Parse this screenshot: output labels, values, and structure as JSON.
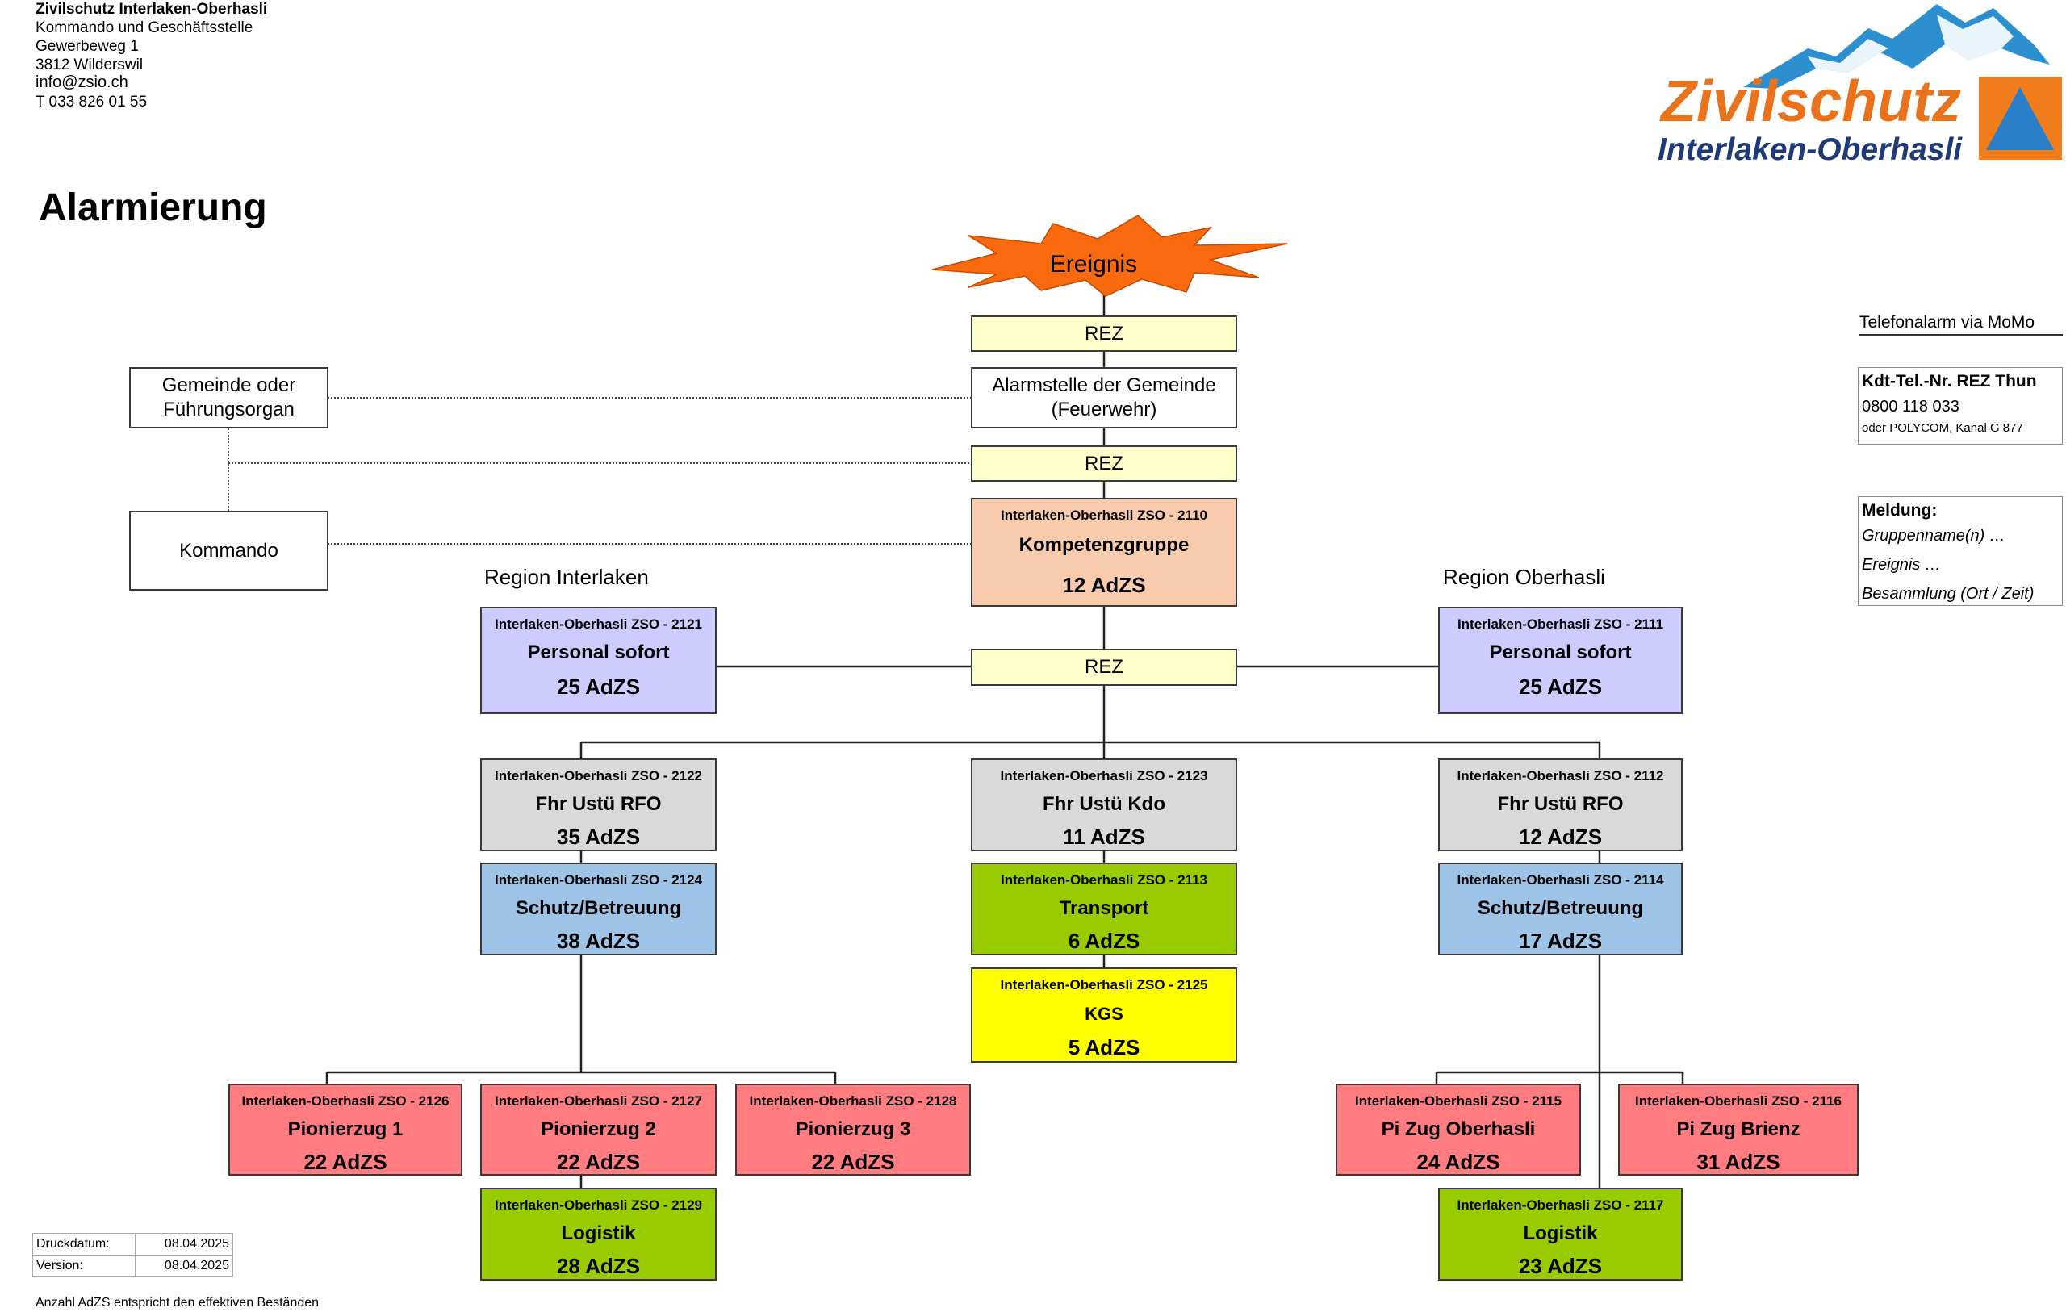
{
  "header": {
    "org": "Zivilschutz Interlaken-Oberhasli",
    "dept": "Kommando und Geschäftsstelle",
    "street": "Gewerbeweg 1",
    "city": "3812 Wilderswil",
    "email": "info@zsio.ch",
    "phone": "T 033 826 01 55"
  },
  "logo": {
    "line1": "Zivilschutz",
    "line2": "Interlaken-Oberhasli",
    "colors": {
      "orange": "#e8731c",
      "blue": "#1f5fa8",
      "navy": "#1f3a7a"
    }
  },
  "title": "Alarmierung",
  "diagram": {
    "event": "Ereignis",
    "rez": "REZ",
    "alarmstelle": "Alarmstelle der Gemeinde\n(Feuerwehr)",
    "gemeinde": "Gemeinde oder\nFührungsorgan",
    "kommando": "Kommando",
    "region_left": "Region Interlaken",
    "region_right": "Region Oberhasli",
    "units": {
      "u2110": {
        "code": "Interlaken-Oberhasli ZSO - 2110",
        "name": "Kompetenzgruppe",
        "count": "12 AdZS"
      },
      "u2121": {
        "code": "Interlaken-Oberhasli ZSO - 2121",
        "name": "Personal sofort",
        "count": "25 AdZS"
      },
      "u2111": {
        "code": "Interlaken-Oberhasli ZSO - 2111",
        "name": "Personal sofort",
        "count": "25 AdZS"
      },
      "u2122": {
        "code": "Interlaken-Oberhasli ZSO - 2122",
        "name": "Fhr Ustü RFO",
        "count": "35 AdZS"
      },
      "u2123": {
        "code": "Interlaken-Oberhasli ZSO - 2123",
        "name": "Fhr Ustü Kdo",
        "count": "11 AdZS"
      },
      "u2112": {
        "code": "Interlaken-Oberhasli ZSO - 2112",
        "name": "Fhr Ustü RFO",
        "count": "12 AdZS"
      },
      "u2124": {
        "code": "Interlaken-Oberhasli ZSO - 2124",
        "name": "Schutz/Betreuung",
        "count": "38 AdZS"
      },
      "u2113": {
        "code": "Interlaken-Oberhasli ZSO - 2113",
        "name": "Transport",
        "count": "6 AdZS"
      },
      "u2114": {
        "code": "Interlaken-Oberhasli ZSO - 2114",
        "name": "Schutz/Betreuung",
        "count": "17 AdZS"
      },
      "u2125": {
        "code": "Interlaken-Oberhasli ZSO - 2125",
        "name": "KGS",
        "count": "5 AdZS"
      },
      "u2126": {
        "code": "Interlaken-Oberhasli ZSO - 2126",
        "name": "Pionierzug 1",
        "count": "22 AdZS"
      },
      "u2127": {
        "code": "Interlaken-Oberhasli ZSO - 2127",
        "name": "Pionierzug 2",
        "count": "22 AdZS"
      },
      "u2128": {
        "code": "Interlaken-Oberhasli ZSO - 2128",
        "name": "Pionierzug 3",
        "count": "22 AdZS"
      },
      "u2115": {
        "code": "Interlaken-Oberhasli ZSO - 2115",
        "name": "Pi Zug Oberhasli",
        "count": "24 AdZS"
      },
      "u2116": {
        "code": "Interlaken-Oberhasli ZSO - 2116",
        "name": "Pi Zug Brienz",
        "count": "31 AdZS"
      },
      "u2129": {
        "code": "Interlaken-Oberhasli ZSO - 2129",
        "name": "Logistik",
        "count": "28 AdZS"
      },
      "u2117": {
        "code": "Interlaken-Oberhasli ZSO - 2117",
        "name": "Logistik",
        "count": "23 AdZS"
      }
    },
    "colors": {
      "rez": "#ffffcc",
      "kompetenz": "#f8cbad",
      "personal": "#ccccff",
      "fhr": "#d9d9d9",
      "schutz": "#9dc3e6",
      "transport": "#99cc00",
      "kgs": "#ffff00",
      "pionier": "#ff7c80",
      "logistik": "#99cc00",
      "event": "#f96a0e"
    }
  },
  "sidebar": {
    "telefon": "Telefonalarm via MoMo",
    "kdt_label": "Kdt-Tel.-Nr. REZ Thun",
    "kdt_number": "0800 118 033",
    "kdt_alt": "oder POLYCOM, Kanal G 877",
    "meldung_label": "Meldung:",
    "meldung_items": [
      "Gruppenname(n) …",
      "Ereignis …",
      "Besammlung (Ort / Zeit)"
    ]
  },
  "footer": {
    "druckdatum_label": "Druckdatum:",
    "druckdatum_value": "08.04.2025",
    "version_label": "Version:",
    "version_value": "08.04.2025",
    "note": "Anzahl AdZS entspricht den effektiven Beständen"
  }
}
